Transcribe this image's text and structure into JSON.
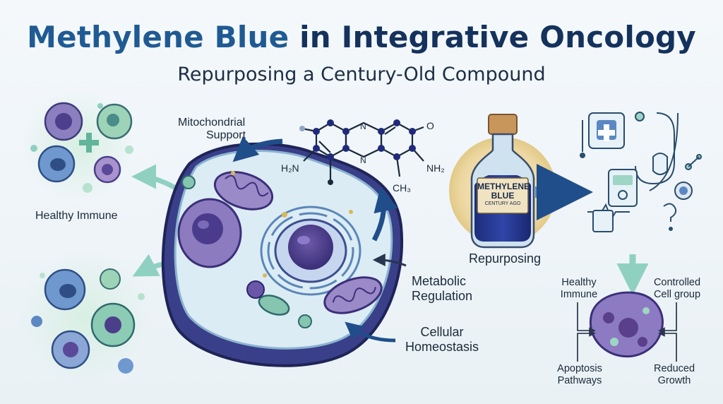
{
  "title": {
    "part1": "Methylene Blue",
    "part2": " in Integrative Oncology"
  },
  "subtitle": "Repurposing a Century-Old Compound",
  "labels": {
    "mitochondrial_support_1": "Mitochondrial",
    "mitochondrial_support_2": "Support",
    "healthy_immune_left": "Healthy Immune",
    "metabolic_regulation_1": "Metabolic",
    "metabolic_regulation_2": "Regulation",
    "cellular_homeostasis_1": "Cellular",
    "cellular_homeostasis_2": "Homeostasis",
    "repurposing": "Repurposing",
    "healthy_immune_right_1": "Healthy",
    "healthy_immune_right_2": "Immune",
    "controlled_cell_group_1": "Controlled",
    "controlled_cell_group_2": "Cell group",
    "apoptosis_pathways_1": "Apoptosis",
    "apoptosis_pathways_2": "Pathways",
    "reduced_growth_1": "Reduced",
    "reduced_growth_2": "Growth"
  },
  "molecule": {
    "left_group": "H₂N",
    "right_group": "NH₂",
    "methyl": "CH₃",
    "ring_n_top": "N",
    "ring_n_bottom": "N",
    "oxygen": "O"
  },
  "bottle": {
    "line1": "METHYLENE",
    "line2": "BLUE",
    "line3": "CENTURY AGO"
  },
  "colors": {
    "title_dark": "#14325c",
    "title_accent": "#1f5a93",
    "cell_blue": "#3b4f8f",
    "mito_purple": "#7c6bb0",
    "immune_blue": "#5b88c2",
    "immune_green": "#6fb7a0",
    "arrow_teal": "#8fd0c1",
    "arrow_navy": "#1f4e8a"
  }
}
